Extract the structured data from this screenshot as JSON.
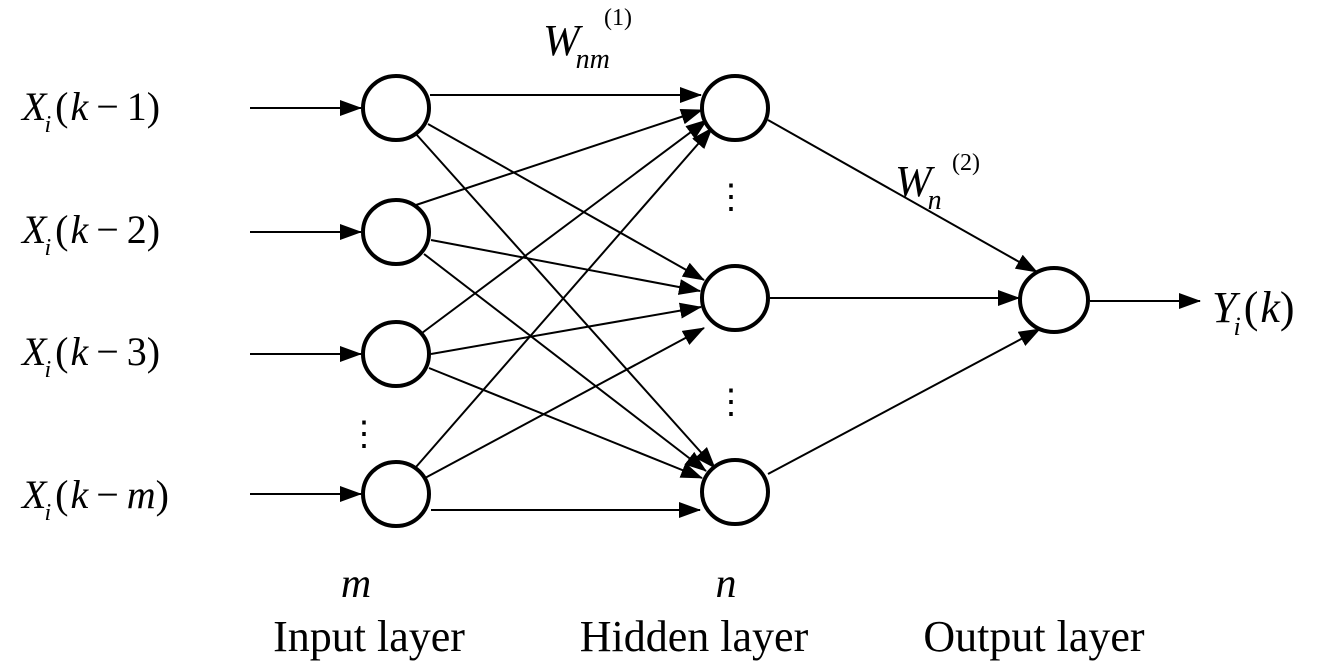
{
  "inputs": [
    {
      "var": "X",
      "sub": "i",
      "arg_open": "(",
      "arg_k": "k",
      "minus": "−",
      "arg_val": "1",
      "arg_italic": false,
      "arg_close": ")"
    },
    {
      "var": "X",
      "sub": "i",
      "arg_open": "(",
      "arg_k": "k",
      "minus": "−",
      "arg_val": "2",
      "arg_italic": false,
      "arg_close": ")"
    },
    {
      "var": "X",
      "sub": "i",
      "arg_open": "(",
      "arg_k": "k",
      "minus": "−",
      "arg_val": "3",
      "arg_italic": false,
      "arg_close": ")"
    },
    {
      "var": "X",
      "sub": "i",
      "arg_open": "(",
      "arg_k": "k",
      "minus": "−",
      "arg_val": "m",
      "arg_italic": true,
      "arg_close": ")"
    }
  ],
  "output": {
    "var": "Y",
    "sub": "i",
    "arg_open": "(",
    "arg_k": "k",
    "arg_close": ")"
  },
  "weights": {
    "w1": {
      "main": "W",
      "sub": "nm",
      "sup": "(1)"
    },
    "w2": {
      "main": "W",
      "sub": "n",
      "sup": "(2)"
    }
  },
  "layers": {
    "input": {
      "count_label": "m",
      "name": "Input layer"
    },
    "hidden": {
      "count_label": "n",
      "name": "Hidden layer"
    },
    "output": {
      "name": "Output layer"
    }
  },
  "ellipsis": "⋮"
}
